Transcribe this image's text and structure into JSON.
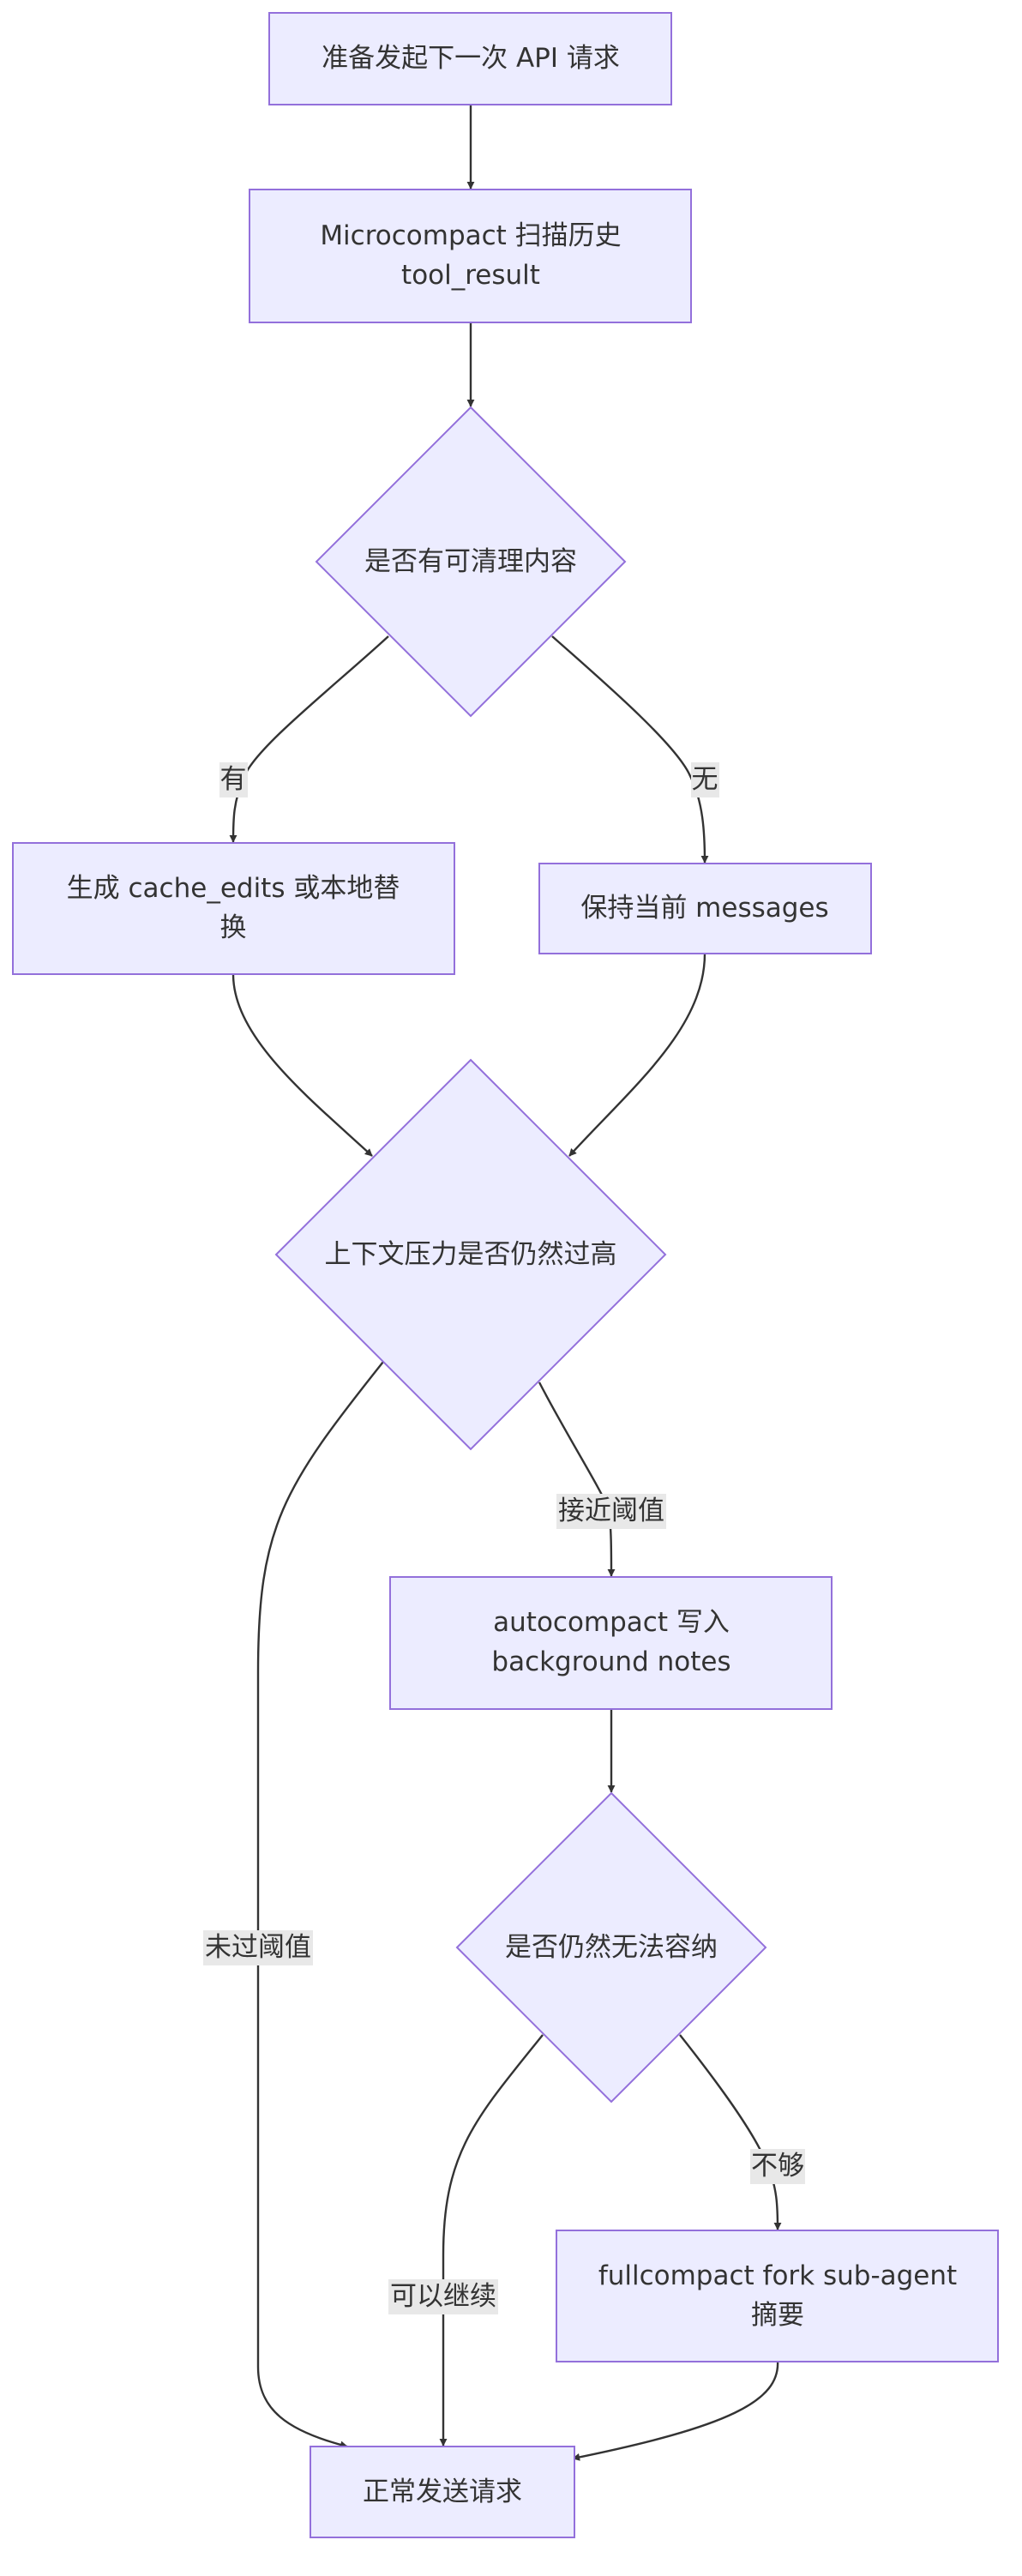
{
  "nodes": {
    "start": {
      "lines": [
        "准备发起下一次 API 请求"
      ]
    },
    "microcompact": {
      "lines": [
        "Microcompact 扫描历史",
        "tool_result"
      ]
    },
    "check_clearable": {
      "lines": [
        "是否有可清理内容"
      ]
    },
    "generate_edits": {
      "lines": [
        "生成 cache_edits 或本地替",
        "换"
      ]
    },
    "keep_messages": {
      "lines": [
        "保持当前 messages"
      ]
    },
    "check_pressure": {
      "lines": [
        "上下文压力是否仍然过高"
      ]
    },
    "autocompact": {
      "lines": [
        "autocompact 写入",
        "background notes"
      ]
    },
    "check_fit": {
      "lines": [
        "是否仍然无法容纳"
      ]
    },
    "fullcompact": {
      "lines": [
        "fullcompact fork sub-agent",
        "摘要"
      ]
    },
    "send": {
      "lines": [
        "正常发送请求"
      ]
    }
  },
  "edge_labels": {
    "yes": "有",
    "no": "无",
    "near_threshold": "接近阈值",
    "below_threshold": "未过阈值",
    "can_continue": "可以继续",
    "not_enough": "不够"
  },
  "colors": {
    "node_fill": "#ececff",
    "node_stroke": "#9370db",
    "edge": "#333333",
    "label_bg": "#e8e8e8"
  }
}
